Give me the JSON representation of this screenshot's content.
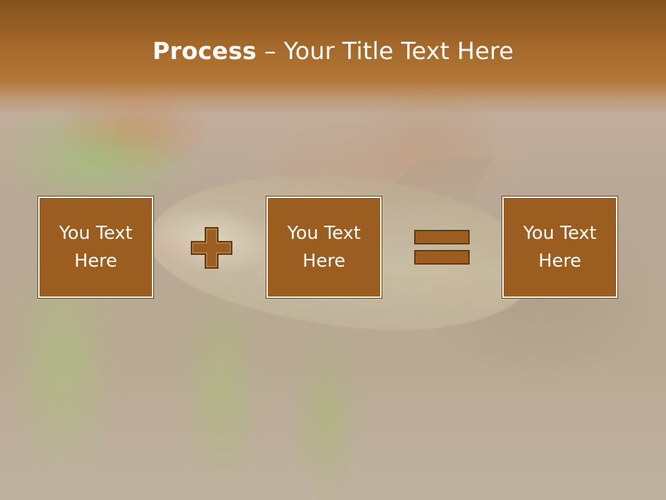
{
  "slide": {
    "title_bold": "Process",
    "title_rest": " – Your Title Text Here",
    "boxes": [
      {
        "text": "You Text Here"
      },
      {
        "text": "You Text Here"
      },
      {
        "text": "You Text Here"
      }
    ],
    "operators": [
      "plus-icon",
      "equals-icon"
    ],
    "colors": {
      "title_band": "#9c6226",
      "box_fill": "#9b5e20",
      "box_border": "#ffffff",
      "text": "#ffffff"
    }
  }
}
